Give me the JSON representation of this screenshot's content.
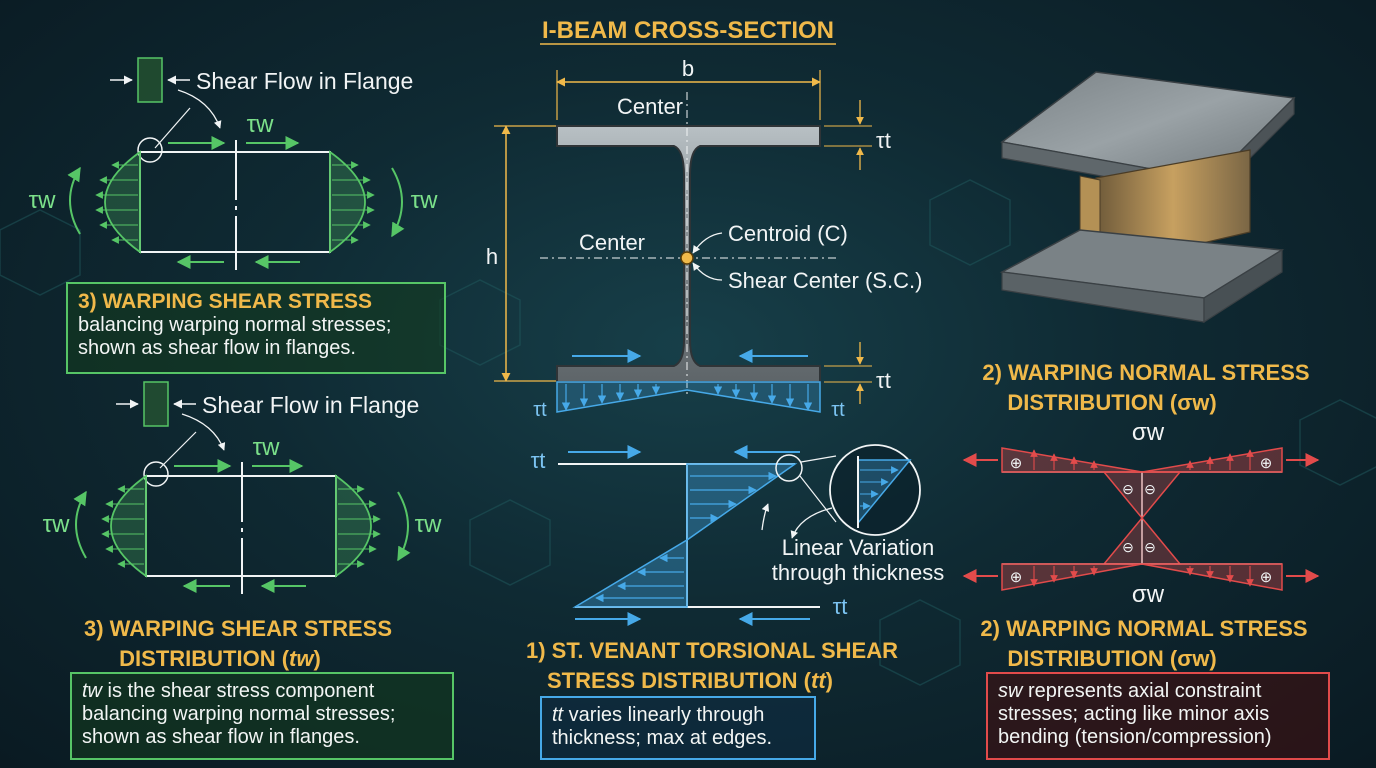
{
  "main_title": "I-BEAM CROSS-SECTION",
  "cross_section": {
    "dim_b": "b",
    "dim_h": "h",
    "label_center_top": "Center",
    "label_center_mid": "Center",
    "label_centroid": "Centroid (C)",
    "label_shear_center": "Shear Center (S.C.)",
    "tau_t_top": "τt",
    "tau_t_bottom": "τt",
    "tau_t_bl": "τt",
    "tau_t_br": "τt"
  },
  "st_venant": {
    "tau_t_left": "τt",
    "tau_t_right": "τt",
    "linear_label_1": "Linear Variation",
    "linear_label_2": "through thickness",
    "title_line1": "1) ST. VENANT TORSIONAL SHEAR",
    "title_line2_prefix": "STRESS DISTRIBUTION (",
    "title_line2_sym": "tt",
    "title_line2_suffix": ")",
    "desc_sym": "tt",
    "desc_line1": " varies linearly through",
    "desc_line2": "thickness; max at edges."
  },
  "warping_shear_top": {
    "flow_label": "Shear Flow in Flange",
    "tau_top": "τw",
    "tau_left": "τw",
    "tau_right": "τw",
    "box_title": "3) WARPING SHEAR STRESS",
    "box_line1": "balancing warping normal stresses;",
    "box_line2": "shown as shear flow in flanges."
  },
  "warping_shear_bottom": {
    "flow_label": "Shear Flow in Flange",
    "tau_top": "τw",
    "tau_left": "τw",
    "tau_right": "τw",
    "title_line1": "3) WARPING SHEAR STRESS",
    "title_line2_prefix": "DISTRIBUTION (",
    "title_line2_sym": "tw",
    "title_line2_suffix": ")",
    "desc_sym": "tw",
    "desc_line1": " is the shear stress component",
    "desc_line2": "balancing warping normal stresses;",
    "desc_line3": "shown as shear flow in flanges."
  },
  "warping_normal": {
    "title_top_line1": "2) WARPING NORMAL STRESS",
    "title_top_line2": "DISTRIBUTION (σw)",
    "sigma_top": "σw",
    "sigma_bottom": "σw",
    "title_bottom_line1": "2) WARPING NORMAL STRESS",
    "title_bottom_line2": "DISTRIBUTION (σw)",
    "desc_sym": "sw",
    "desc_line1": " represents axial constraint",
    "desc_line2": "stresses; acting like minor axis",
    "desc_line3": "bending (tension/compression)",
    "plus": "⊕",
    "minus": "⊖"
  },
  "colors": {
    "green": "#56c566",
    "blue": "#46a9e8",
    "red": "#e24b4b",
    "orange": "#f0b94a",
    "steel": "#8e979c"
  }
}
